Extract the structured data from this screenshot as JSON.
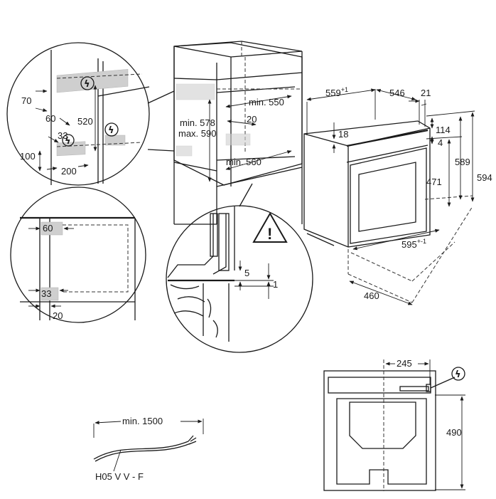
{
  "detail_top_circle": {
    "d70": "70",
    "d60": "60",
    "d520": "520",
    "d33": "33",
    "d100": "100",
    "d200": "200"
  },
  "detail_left_circle": {
    "d60": "60",
    "d33": "33",
    "d20": "20"
  },
  "cabinet": {
    "min550": "min. 550",
    "d20": "20",
    "min578": "min. 578",
    "max590": "max. 590",
    "min560": "min. 560"
  },
  "detail_warning_circle": {
    "d5": "5",
    "d1": "1",
    "warning_symbol": "!"
  },
  "oven_dims": {
    "d559": "559",
    "d559_tol": "+1",
    "d546": "546",
    "d21": "21",
    "d18": "18",
    "d114": "114",
    "d4": "4",
    "d589": "589",
    "d594": "594",
    "d471": "471",
    "d595": "595",
    "d595_tol": "+-1",
    "d460": "460"
  },
  "cable": {
    "min1500": "min. 1500",
    "type": "H05 V V - F"
  },
  "rear_view": {
    "d245": "245",
    "d490": "490"
  },
  "icons": {
    "electric": "lightning-bolt-in-circle",
    "warning": "exclamation-triangle"
  }
}
